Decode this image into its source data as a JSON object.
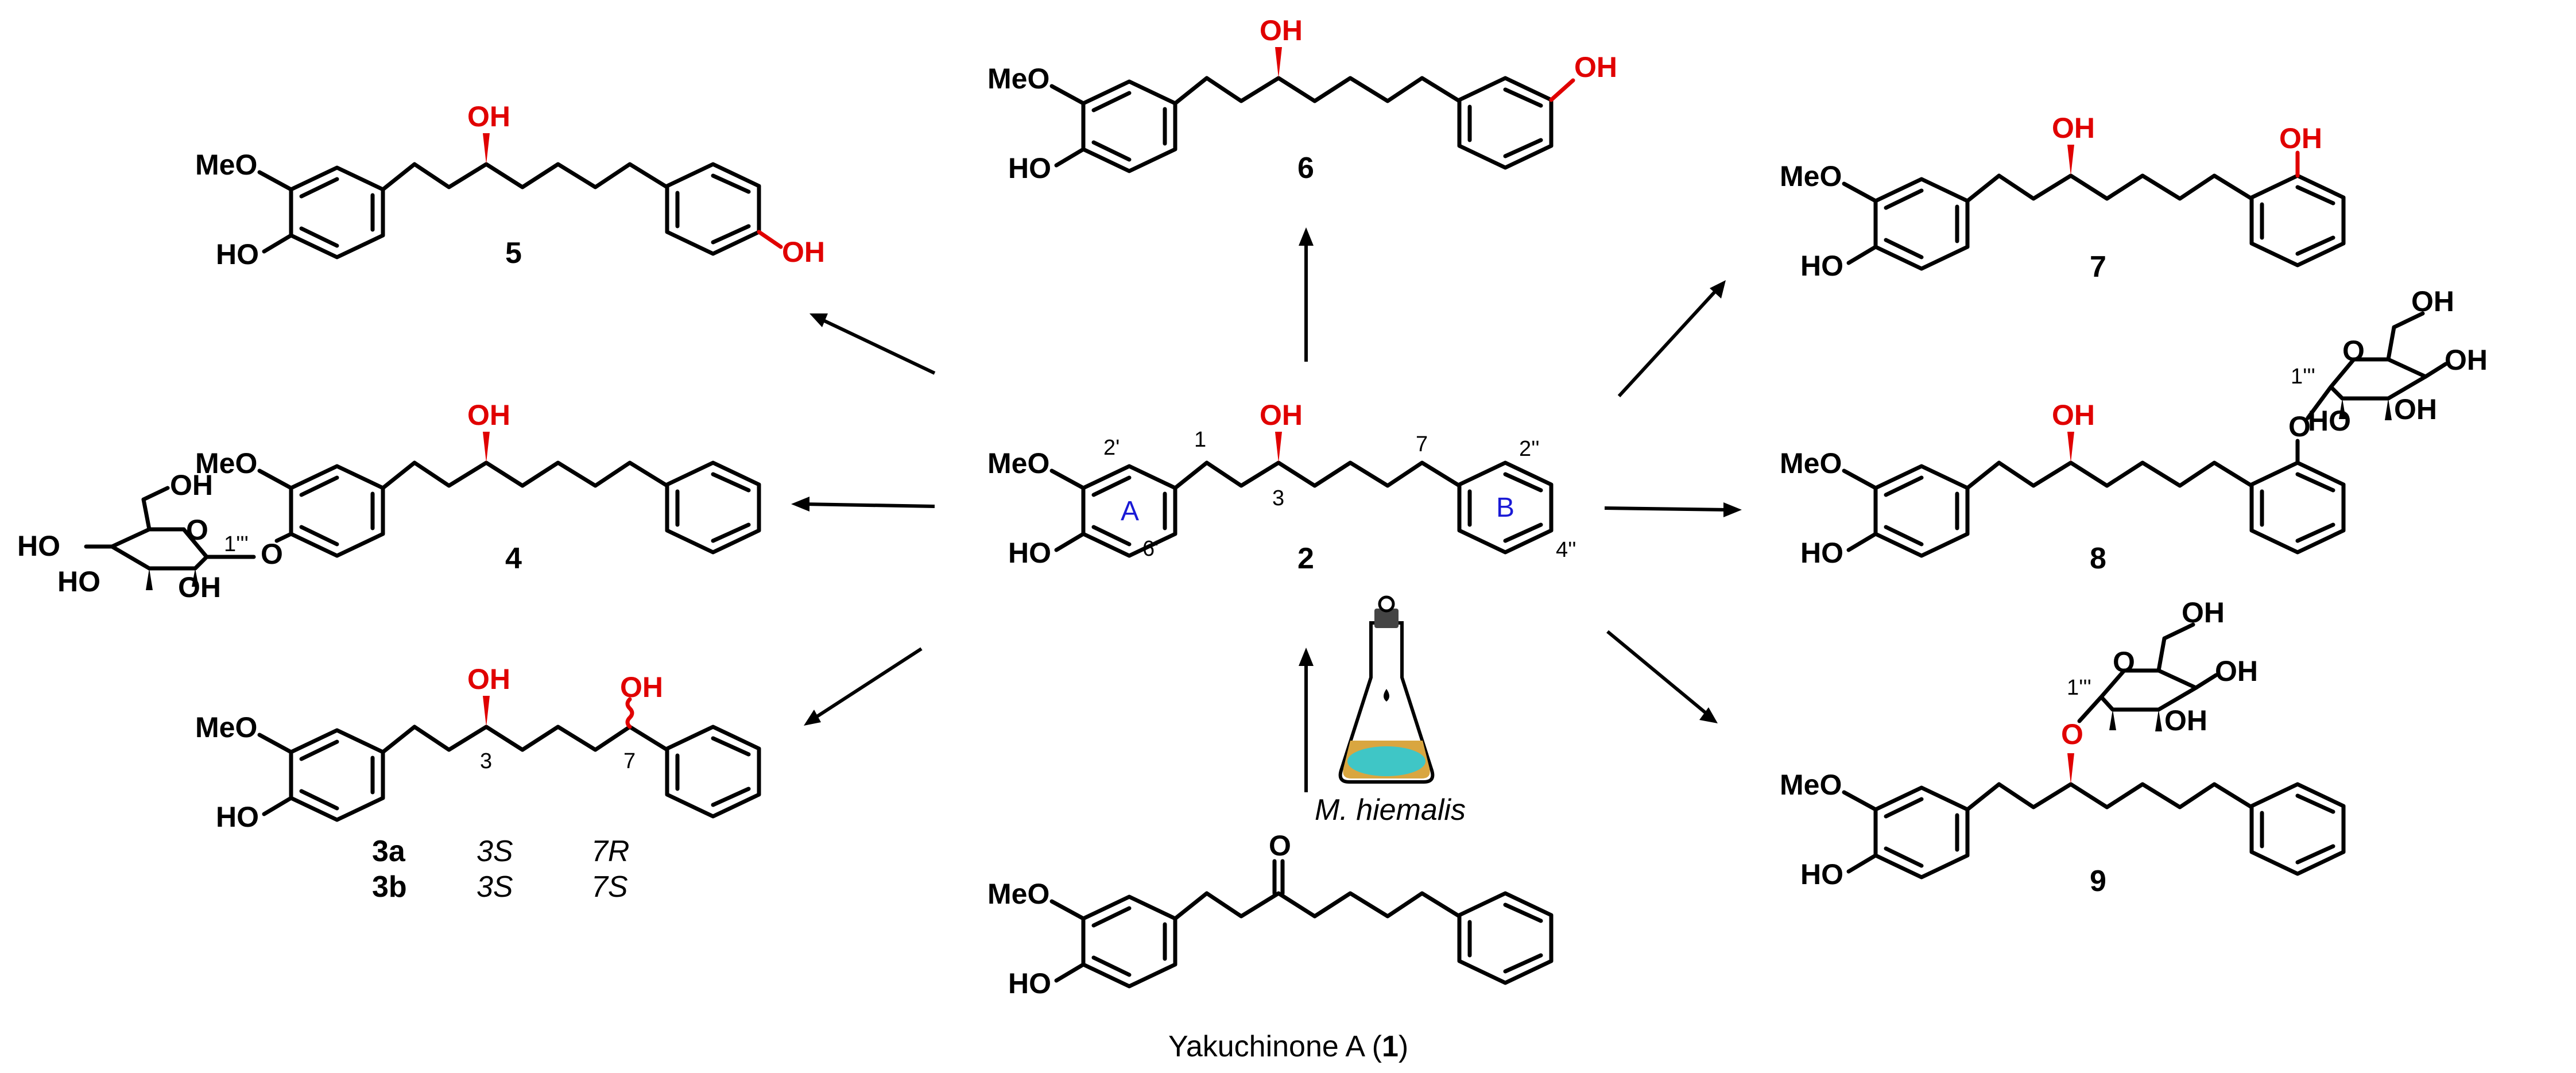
{
  "compounds": {
    "c1": {
      "label": "Yakuchinone A (",
      "num": "1",
      "close": ")",
      "o": "O",
      "meo": "MeO",
      "ho": "HO"
    },
    "c2": {
      "num": "2",
      "meo": "MeO",
      "ho": "HO",
      "oh": "OH",
      "ringA": "A",
      "ringB": "B",
      "p1": "1",
      "p2p": "2'",
      "p3": "3",
      "p6p": "6'",
      "p7": "7",
      "p2pp": "2''",
      "p4pp": "4''"
    },
    "c3": {
      "meo": "MeO",
      "ho": "HO",
      "oh3": "OH",
      "oh7": "OH",
      "p3": "3",
      "p7": "7",
      "isomers": [
        {
          "num": "3a",
          "c3": "3S",
          "c7": "7R"
        },
        {
          "num": "3b",
          "c3": "3S",
          "c7": "7S"
        }
      ]
    },
    "c4": {
      "num": "4",
      "meo": "MeO",
      "oh": "OH",
      "o": "O",
      "p1": "1'''",
      "sugar": [
        "OH",
        "HO",
        "HO",
        "OH",
        "O"
      ]
    },
    "c5": {
      "num": "5",
      "meo": "MeO",
      "ho": "HO",
      "oh": "OH",
      "ohB": "OH"
    },
    "c6": {
      "num": "6",
      "meo": "MeO",
      "ho": "HO",
      "oh": "OH",
      "ohB": "OH"
    },
    "c7": {
      "num": "7",
      "meo": "MeO",
      "ho": "HO",
      "oh": "OH",
      "ohB": "OH"
    },
    "c8": {
      "num": "8",
      "meo": "MeO",
      "ho": "HO",
      "oh": "OH",
      "o": "O",
      "p1": "1'''",
      "sugar": [
        "OH",
        "OH",
        "OH",
        "HO",
        "O"
      ]
    },
    "c9": {
      "num": "9",
      "meo": "MeO",
      "ho": "HO",
      "o": "O",
      "p1": "1'''",
      "sugar": [
        "OH",
        "OH",
        "OH",
        "O"
      ]
    }
  },
  "organism": "M. hiemalis",
  "colors": {
    "hydroxyl": "#e00000",
    "ring_label": "#1a1ad6",
    "culture": "#3fc6c6",
    "medium": "#d9a640"
  }
}
